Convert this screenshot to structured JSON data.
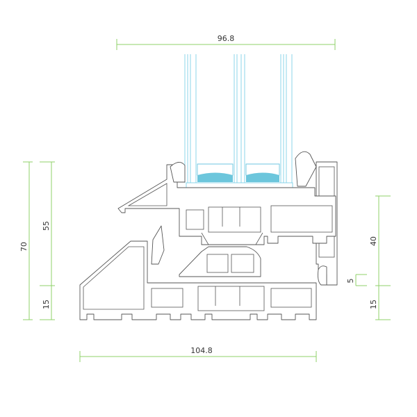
{
  "dimensions": {
    "glass_width": "96.8",
    "frame_width": "104.8",
    "total_height": "70",
    "upper_height": "55",
    "lower_height_left": "15",
    "right_upper": "40",
    "right_step": "5",
    "lower_height_right": "15"
  },
  "colors": {
    "dimension_line": "#8fd06a",
    "glass": "#7fd0e8",
    "profile": "#555555"
  }
}
